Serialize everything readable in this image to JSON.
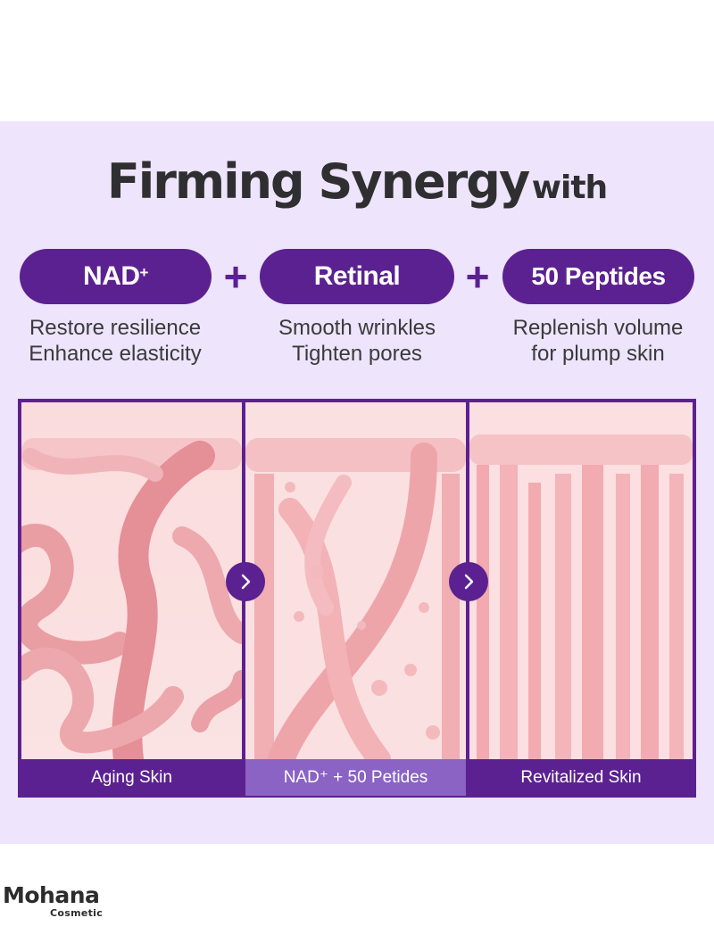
{
  "title": {
    "main": "Firming Synergy",
    "suffix": "with"
  },
  "ingredients": [
    {
      "label": "NAD",
      "sup": "+",
      "desc1": "Restore resilience",
      "desc2": "Enhance elasticity"
    },
    {
      "label": "Retinal",
      "sup": "",
      "desc1": "Smooth wrinkles",
      "desc2": "Tighten pores"
    },
    {
      "label": "50 Peptides",
      "sup": "",
      "desc1": "Replenish volume",
      "desc2": "for plump skin"
    }
  ],
  "plus_symbol": "+",
  "stages": [
    {
      "caption": "Aging Skin"
    },
    {
      "caption": "NAD⁺ + 50 Petides"
    },
    {
      "caption": "Revitalized Skin"
    }
  ],
  "brand": {
    "name": "Mohana",
    "sub": "Cosmetic"
  },
  "colors": {
    "accent": "#5c2190",
    "background": "#eee4fb",
    "highlight": "#8a63c4",
    "fiber": "#f2a3aa"
  },
  "icons": {
    "arrow": "chevron-right-icon"
  }
}
